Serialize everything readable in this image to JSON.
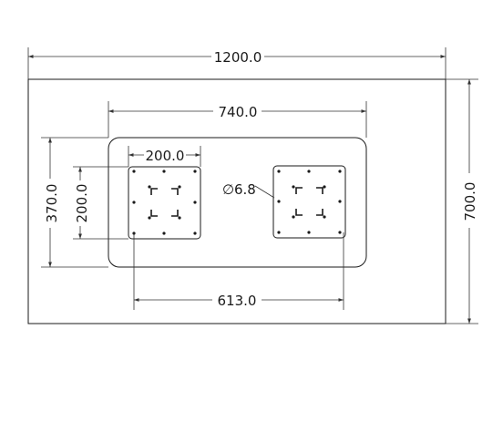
{
  "dimensions": {
    "overall_width": "1200.0",
    "overall_height": "700.0",
    "cutout_width": "740.0",
    "cutout_height": "370.0",
    "plate_width": "200.0",
    "plate_height": "200.0",
    "hole_diameter": "6.8",
    "plate_spacing": "613.0"
  },
  "symbols": {
    "diameter": "∅"
  }
}
